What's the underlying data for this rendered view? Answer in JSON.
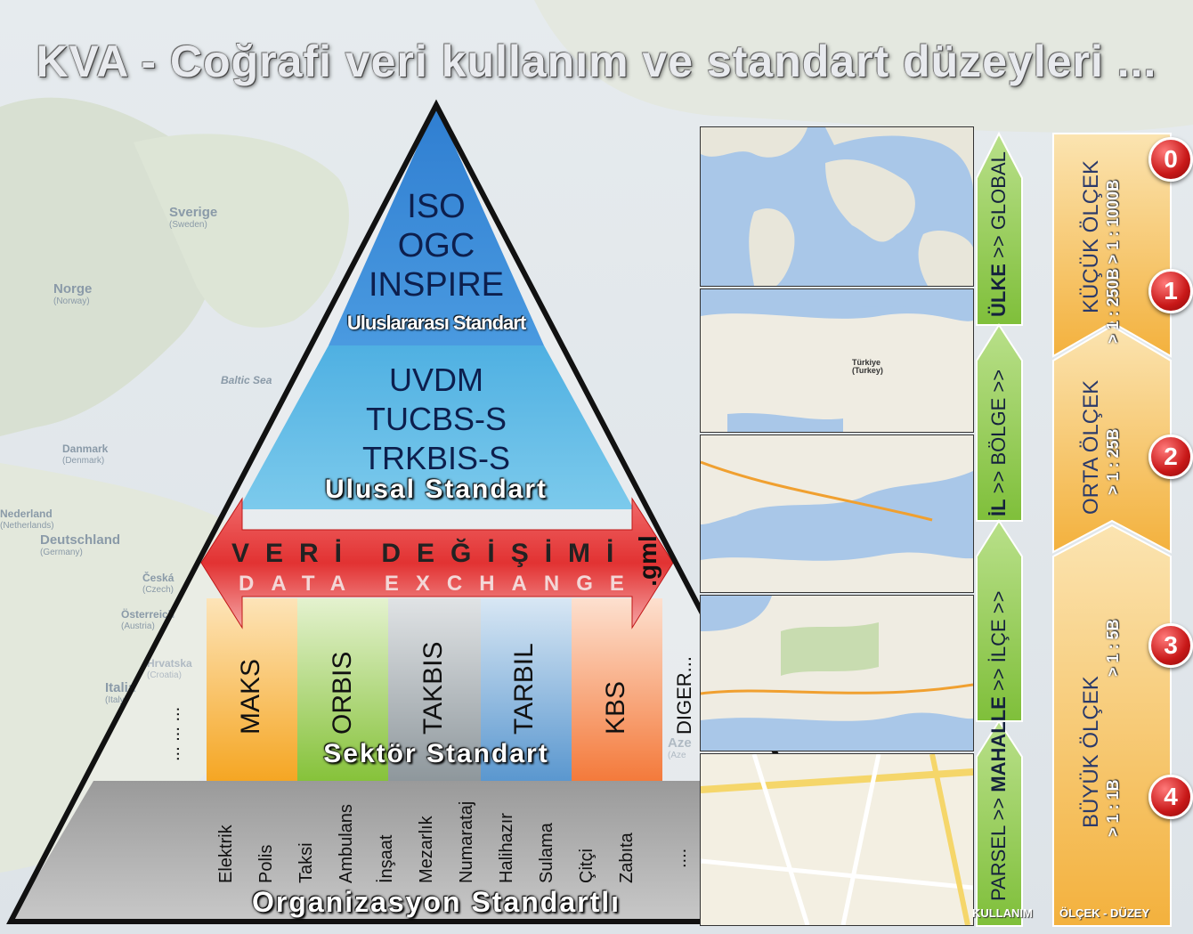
{
  "title": "KVA - Coğrafi veri kullanım ve standart düzeyleri ...",
  "pyramid": {
    "international": {
      "lines": [
        "ISO",
        "OGC",
        "INSPIRE"
      ],
      "label": "Uluslararası Standart",
      "color": "#3a86d4"
    },
    "national": {
      "lines": [
        "UVDM",
        "TUCBS-S",
        "TRKBIS-S"
      ],
      "label": "Ulusal Standart",
      "color": "#5cb8e0"
    },
    "exchange": {
      "line1": "VERİ DEĞİŞİMİ",
      "line2": "DATA EXCHANGE",
      "format": ".gml",
      "color": "#e03a3a"
    },
    "sector": {
      "label": "Sektör Standart",
      "items": [
        {
          "name": "MAKS",
          "color": "#f5a623"
        },
        {
          "name": "ORBIS",
          "color": "#8cc63f"
        },
        {
          "name": "TAKBIS",
          "color": "#9aa3a8"
        },
        {
          "name": "TARBIL",
          "color": "#5b9bd5"
        },
        {
          "name": "KBS",
          "color": "#f47a3b"
        }
      ],
      "other": "DIGER...",
      "left_dots": "... ... ..."
    },
    "organization": {
      "label": "Organizasyon Standartlı",
      "items": [
        "Elektrik",
        "Polis",
        "Taksi",
        "Ambulans",
        "İnşaat",
        "Mezarlık",
        "Numarataj",
        "Halihazır",
        "Sulama",
        "Çitçi",
        "Zabıta",
        "...."
      ]
    }
  },
  "background_labels": {
    "sweden": {
      "name": "Sverige",
      "sub": "(Sweden)"
    },
    "norway": {
      "name": "Norge",
      "sub": "(Norway)"
    },
    "denmark": {
      "name": "Danmark",
      "sub": "(Denmark)"
    },
    "germany": {
      "name": "Deutschland",
      "sub": "(Germany)"
    },
    "netherlands": {
      "name": "Nederland",
      "sub": "(Netherlands)"
    },
    "austria": {
      "name": "Österreich",
      "sub": "(Austria)"
    },
    "croatia": {
      "name": "Hrvatska",
      "sub": "(Croatia)"
    },
    "italy": {
      "name": "Italia",
      "sub": "(Italy)"
    },
    "czech": {
      "name": "Česká",
      "sub": "(Czech)"
    },
    "baltic": {
      "name": "Baltic Sea",
      "sub": ""
    },
    "azerbaijan": {
      "name": "Aze",
      "sub": "(Aze"
    }
  },
  "maps": {
    "turkey_label": "Türkiye",
    "turkey_sub": "(Turkey)"
  },
  "usage_levels": {
    "text_top": [
      "ÜLKE",
      " >> GLOBAL"
    ],
    "text_mid": [
      "İL",
      " >> BÖLGE >>"
    ],
    "text_bottom": [
      "PARSEL >> ",
      "MAHALLE",
      " >> İLÇE >>"
    ],
    "color": "#8dc63f",
    "footer": "KULLANIM"
  },
  "scale_levels": {
    "small": {
      "name": "KÜÇÜK ÖLÇEK",
      "range": "> 1 : 250B  > 1 : 1000B"
    },
    "medium": {
      "name": "ORTA ÖLÇEK",
      "range": "> 1 : 25B"
    },
    "large": {
      "name": "BÜYÜK ÖLÇEK",
      "range": "> 1 : 1B",
      "range2": "> 1 : 5B"
    },
    "footer": "ÖLÇEK - DÜZEY",
    "color": "#f5b845"
  },
  "badges": [
    "0",
    "1",
    "2",
    "3",
    "4"
  ]
}
